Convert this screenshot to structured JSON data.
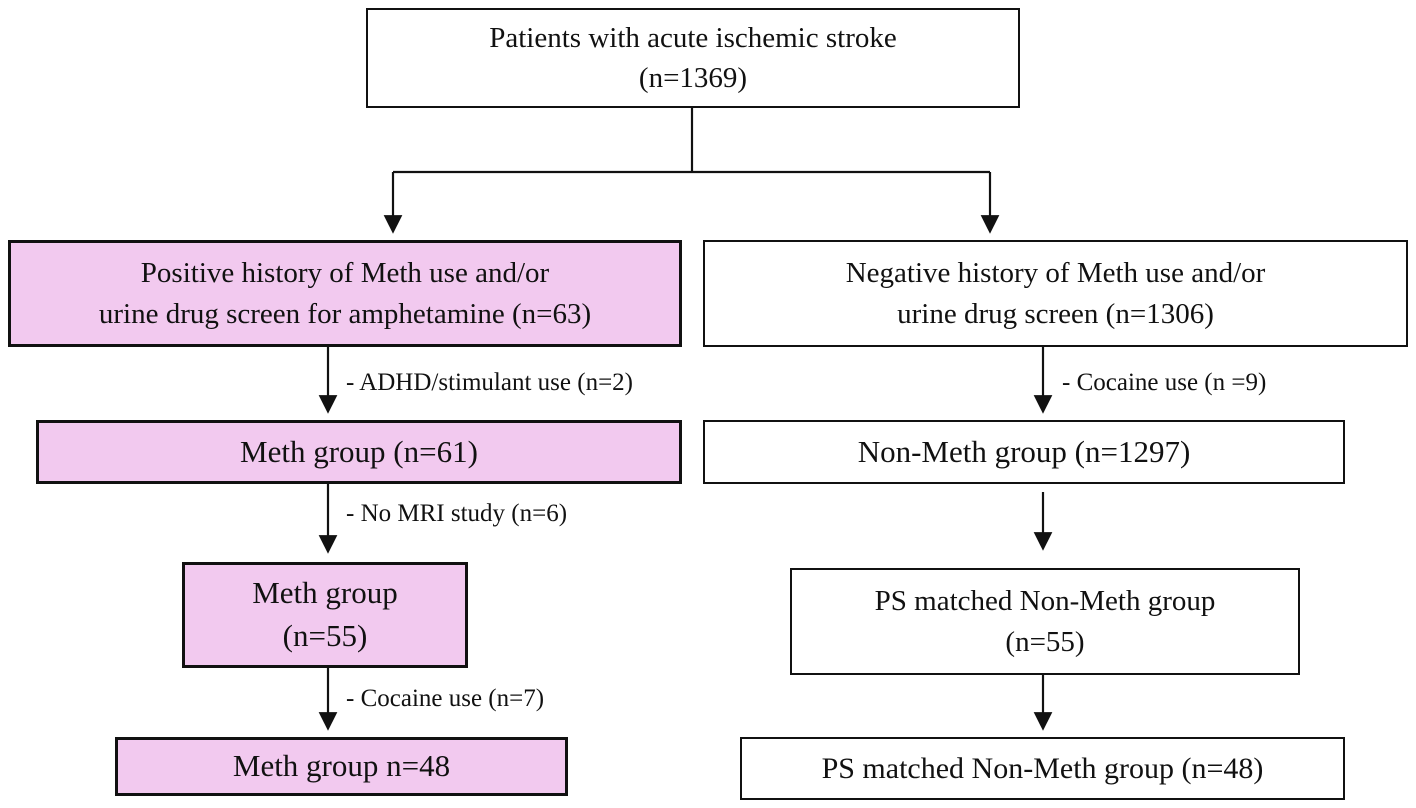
{
  "diagram": {
    "kind": "patient-selection-flowchart",
    "colors": {
      "meth_group_fill": "#f2c9ef",
      "non_meth_group_fill": "#ffffff",
      "line_and_border": "#111111",
      "background": "#ffffff"
    },
    "nodes": {
      "total": {
        "line1": "Patients with acute ischemic stroke",
        "line2": "(n=1369)"
      },
      "positive_history": {
        "line1": "Positive history of Meth use and/or",
        "line2": "urine drug screen for amphetamine (n=63)"
      },
      "negative_history": {
        "line1": "Negative history of Meth use and/or",
        "line2": "urine drug screen (n=1306)"
      },
      "meth_61": {
        "line1": "Meth group (n=61)"
      },
      "non_meth_1297": {
        "line1": "Non-Meth group (n=1297)"
      },
      "meth_55": {
        "line1": "Meth group",
        "line2": "(n=55)"
      },
      "ps_matched_55": {
        "line1": "PS matched Non-Meth group",
        "line2": "(n=55)"
      },
      "meth_48": {
        "line1": "Meth group n=48"
      },
      "ps_matched_48": {
        "line1": "PS matched Non-Meth group (n=48)"
      }
    },
    "exclusions": {
      "adhd_stimulant": "- ADHD/stimulant use (n=2)",
      "cocaine_right": "- Cocaine use (n =9)",
      "no_mri": "- No MRI study (n=6)",
      "cocaine_left": "- Cocaine use (n=7)"
    }
  }
}
